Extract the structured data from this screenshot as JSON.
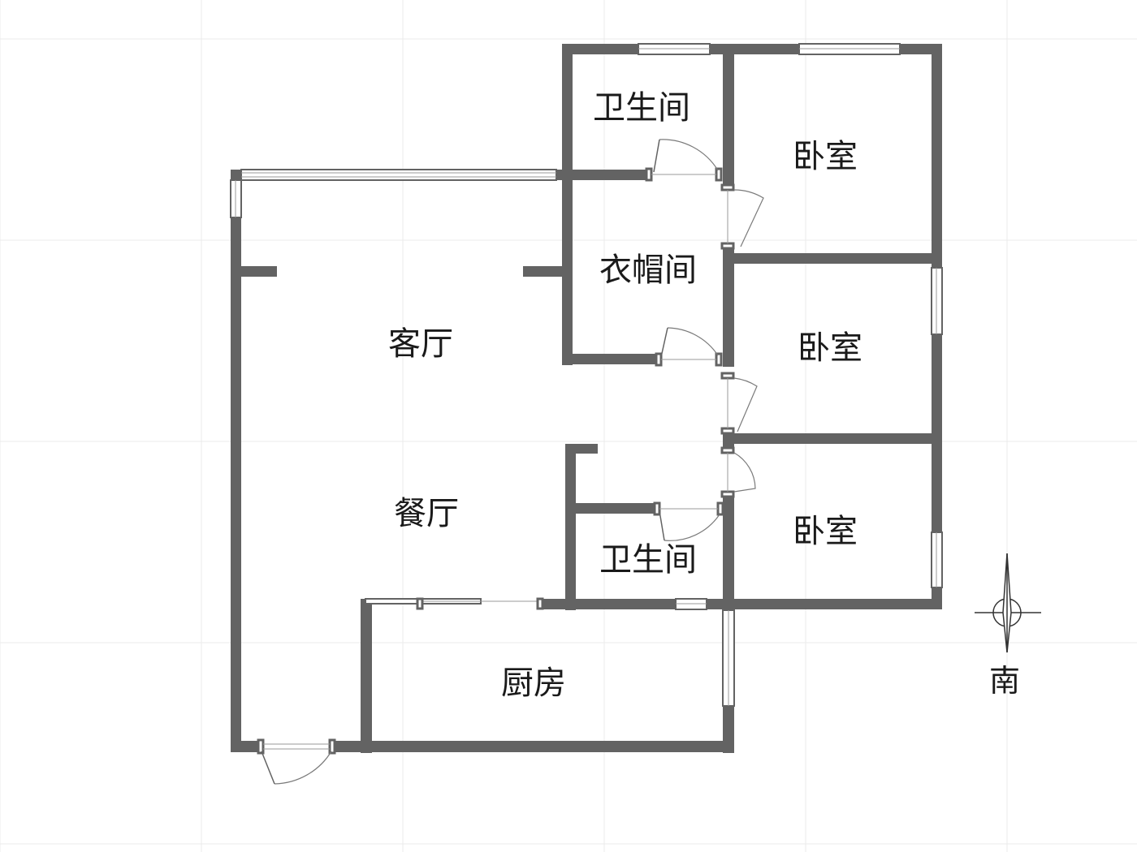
{
  "rooms": {
    "bathroom_top": "卫生间",
    "bedroom_1": "卧室",
    "wardrobe": "衣帽间",
    "bedroom_2": "卧室",
    "living_room": "客厅",
    "dining_room": "餐厅",
    "bedroom_3": "卧室",
    "bathroom_bottom": "卫生间",
    "kitchen": "厨房"
  },
  "compass": {
    "label": "南"
  },
  "colors": {
    "wall": "#636363",
    "grid": "#ebebeb",
    "text": "#1a1a1a"
  }
}
